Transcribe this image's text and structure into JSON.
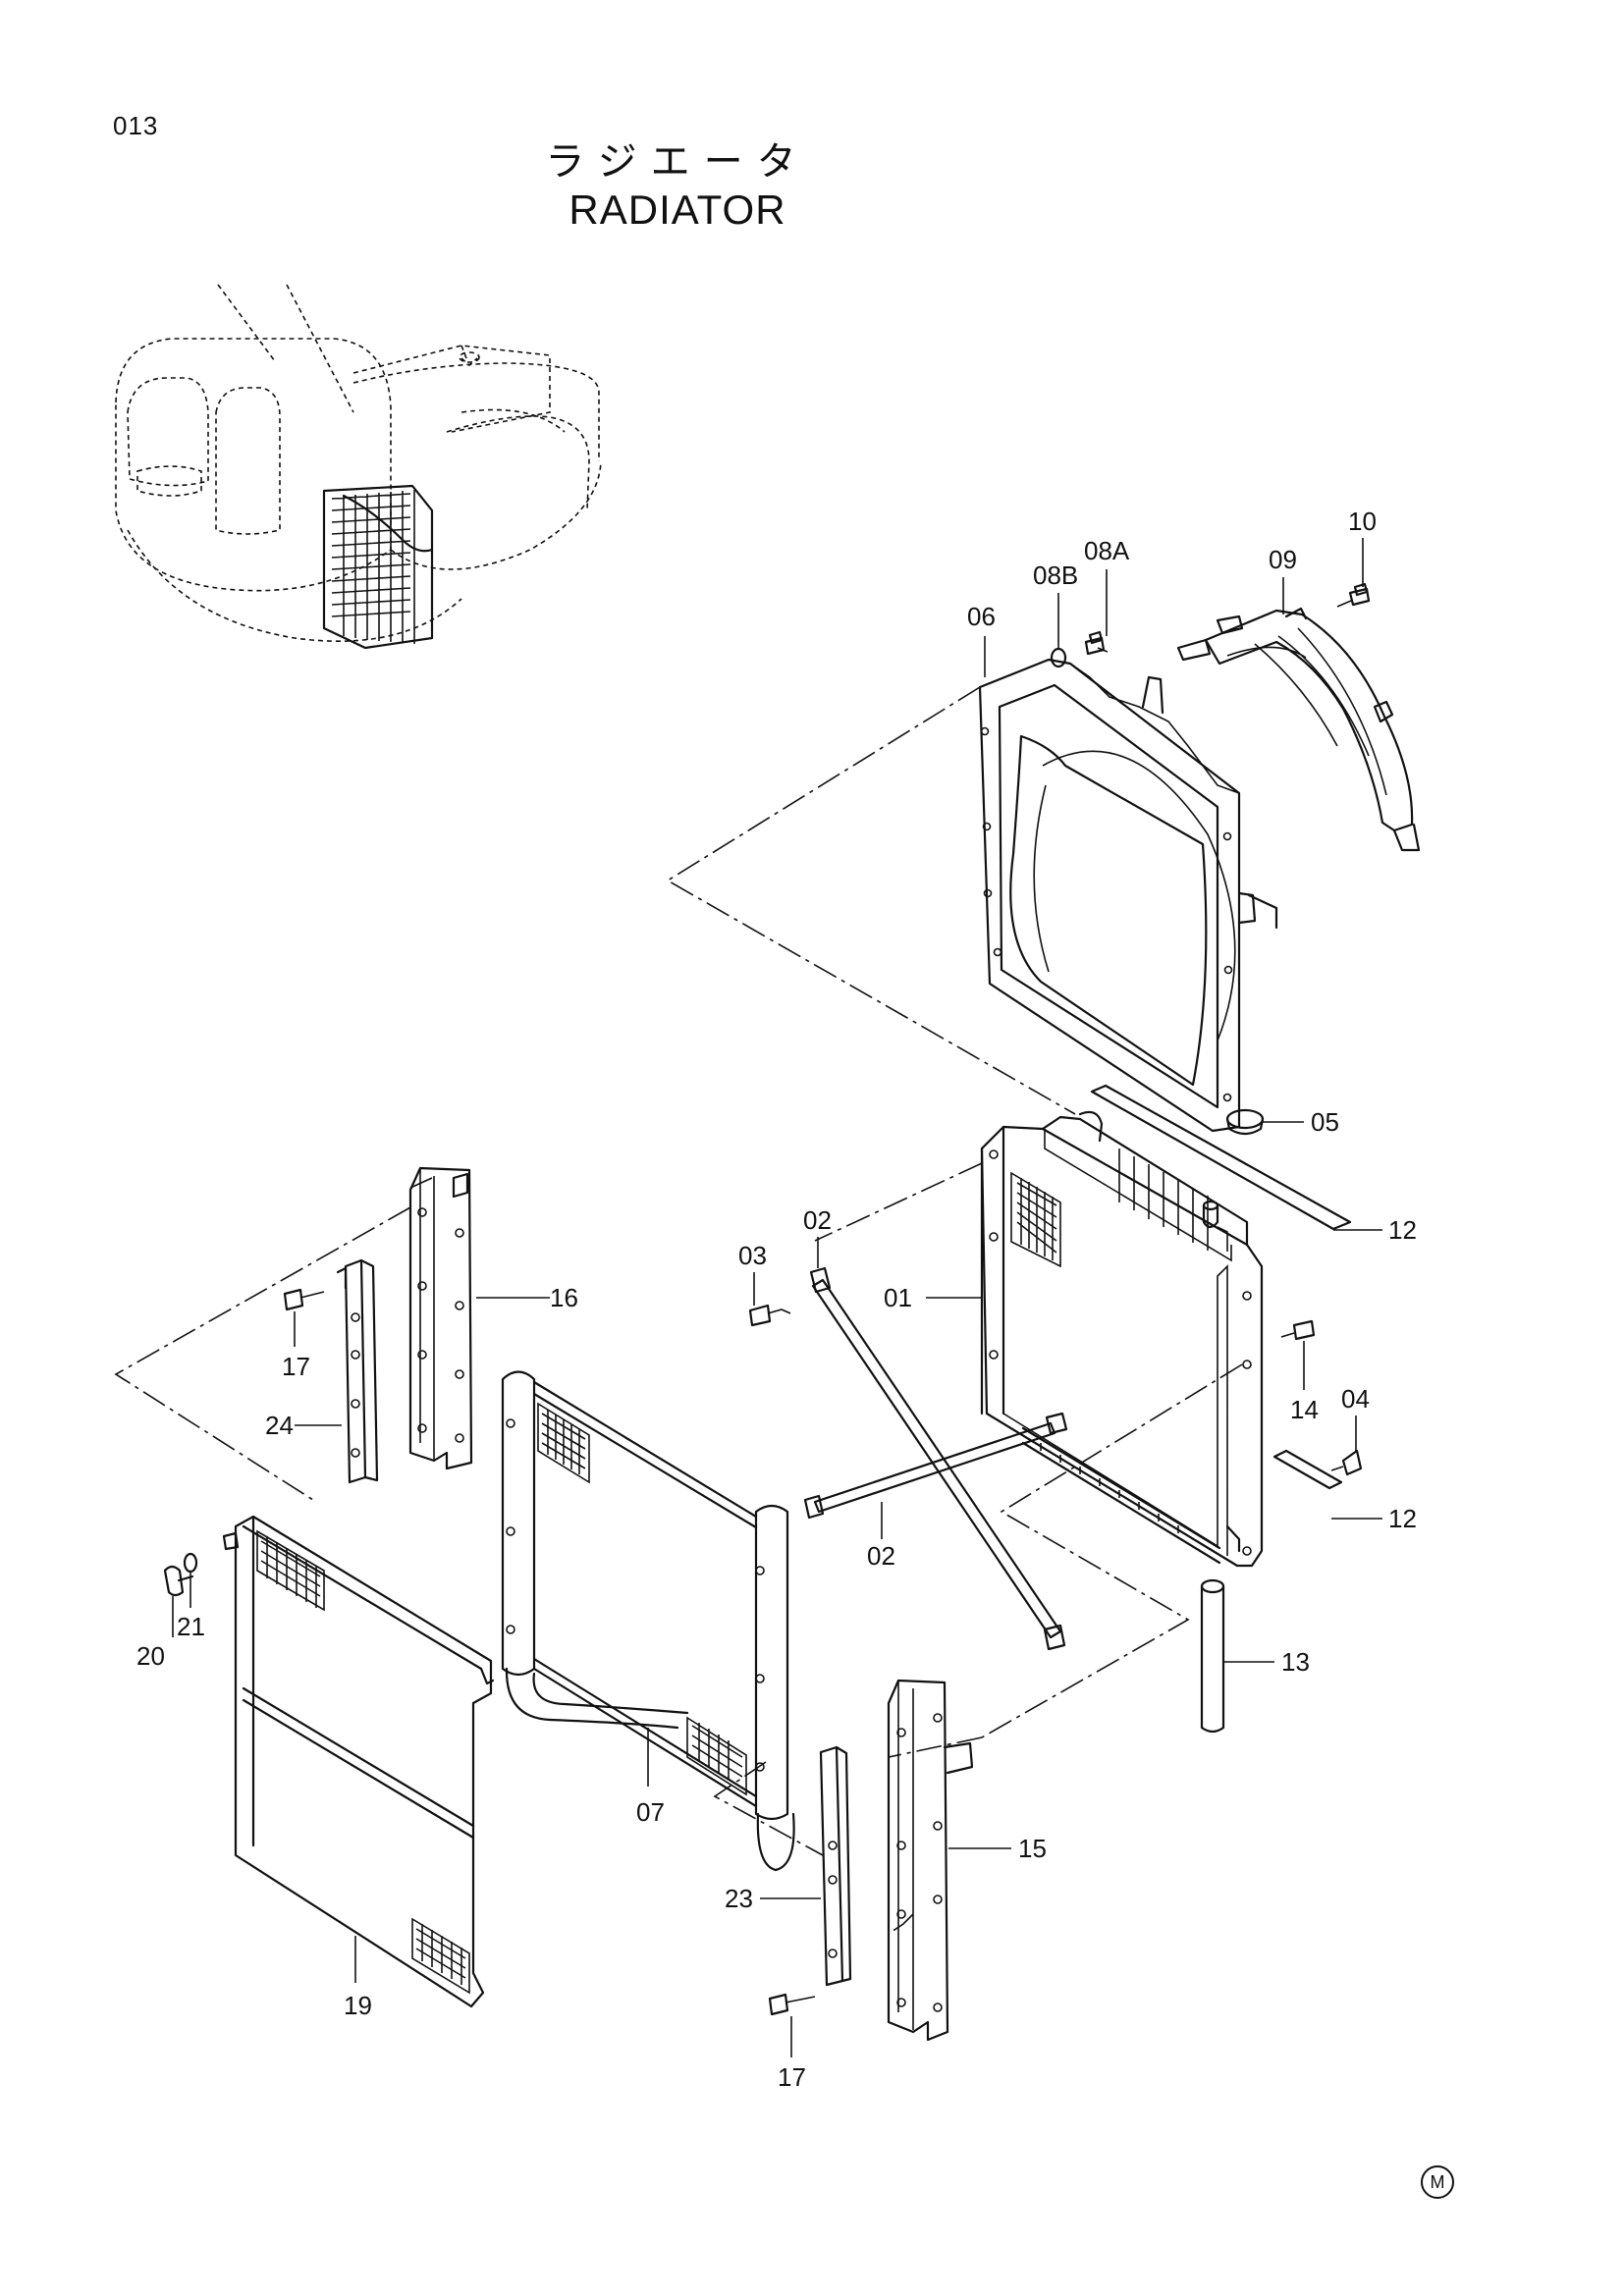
{
  "header": {
    "page_number": "013",
    "title_jp": "ラジエータ",
    "title_en": "RADIATOR"
  },
  "callouts": [
    {
      "id": "01",
      "part": "radiator-core"
    },
    {
      "id": "02",
      "part": "rod-upper"
    },
    {
      "id": "02",
      "part": "rod-lower"
    },
    {
      "id": "03",
      "part": "bolt"
    },
    {
      "id": "04",
      "part": "bolt"
    },
    {
      "id": "05",
      "part": "radiator-cap"
    },
    {
      "id": "06",
      "part": "oil-cooler"
    },
    {
      "id": "07",
      "part": "fan-shroud"
    },
    {
      "id": "08A",
      "part": "bolt"
    },
    {
      "id": "08B",
      "part": "washer"
    },
    {
      "id": "09",
      "part": "fan-guard"
    },
    {
      "id": "10",
      "part": "bolt"
    },
    {
      "id": "12",
      "part": "seal-strip-upper"
    },
    {
      "id": "12",
      "part": "seal-strip-lower"
    },
    {
      "id": "13",
      "part": "hose"
    },
    {
      "id": "14",
      "part": "bracket-right"
    },
    {
      "id": "15",
      "part": "bracket-left"
    },
    {
      "id": "16",
      "part": "bolt"
    },
    {
      "id": "17",
      "part": "bolt-upper"
    },
    {
      "id": "17",
      "part": "bolt-lower"
    },
    {
      "id": "19",
      "part": "screen"
    },
    {
      "id": "20",
      "part": "knob"
    },
    {
      "id": "21",
      "part": "washer"
    },
    {
      "id": "23",
      "part": "plate-lower"
    },
    {
      "id": "24",
      "part": "plate-upper"
    }
  ],
  "footer": {
    "mark": "M"
  }
}
